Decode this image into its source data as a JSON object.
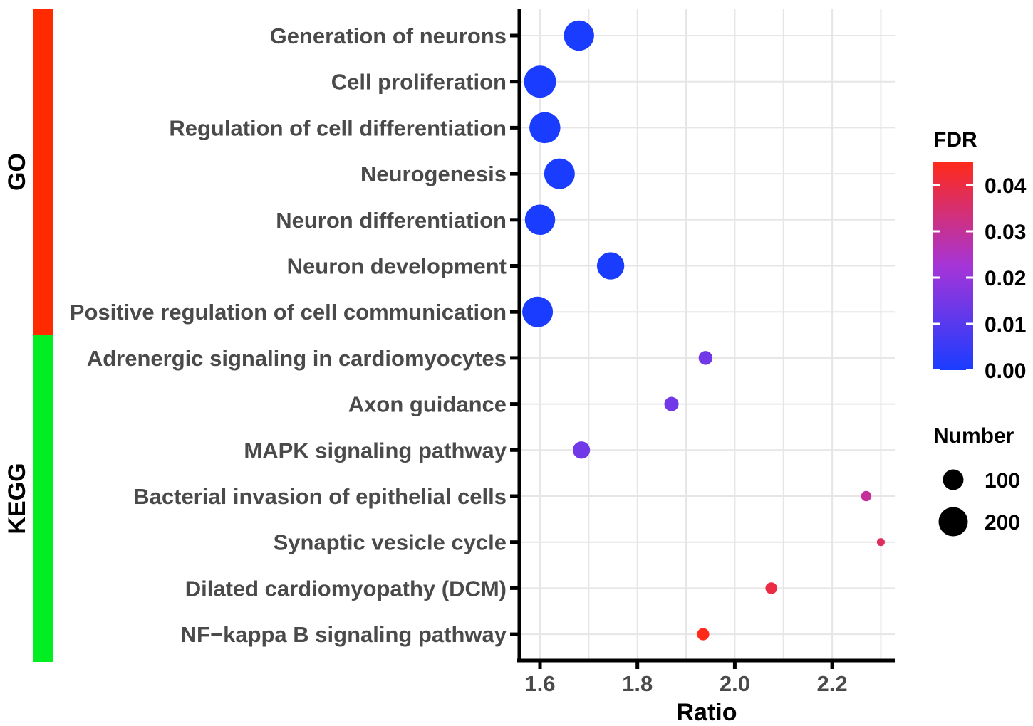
{
  "chart_data": {
    "type": "scatter",
    "xlabel": "Ratio",
    "ylabel": "",
    "xlim": [
      1.555,
      2.325
    ],
    "x_ticks": [
      "1.6",
      "1.8",
      "2.0",
      "2.2"
    ],
    "x_tick_values": [
      1.6,
      1.8,
      2.0,
      2.2
    ],
    "grid": true,
    "groups": [
      {
        "name": "GO",
        "color": "#ff2a00",
        "count": 7
      },
      {
        "name": "KEGG",
        "color": "#00ee22",
        "count": 7
      }
    ],
    "points": [
      {
        "term": "Generation of neurons",
        "group": "GO",
        "ratio": 1.68,
        "fdr": 0.0,
        "number": 215
      },
      {
        "term": "Cell proliferation",
        "group": "GO",
        "ratio": 1.6,
        "fdr": 0.0,
        "number": 240
      },
      {
        "term": "Regulation of cell differentiation",
        "group": "GO",
        "ratio": 1.61,
        "fdr": 0.0,
        "number": 225
      },
      {
        "term": "Neurogenesis",
        "group": "GO",
        "ratio": 1.64,
        "fdr": 0.0,
        "number": 220
      },
      {
        "term": "Neuron differentiation",
        "group": "GO",
        "ratio": 1.6,
        "fdr": 0.0,
        "number": 215
      },
      {
        "term": "Neuron development",
        "group": "GO",
        "ratio": 1.745,
        "fdr": 0.0,
        "number": 175
      },
      {
        "term": "Positive regulation of cell communication",
        "group": "GO",
        "ratio": 1.595,
        "fdr": 0.0,
        "number": 220
      },
      {
        "term": "Adrenergic signaling in cardiomyocytes",
        "group": "KEGG",
        "ratio": 1.94,
        "fdr": 0.014,
        "number": 45
      },
      {
        "term": "Axon guidance",
        "group": "KEGG",
        "ratio": 1.87,
        "fdr": 0.014,
        "number": 48
      },
      {
        "term": "MAPK signaling pathway",
        "group": "KEGG",
        "ratio": 1.685,
        "fdr": 0.014,
        "number": 70
      },
      {
        "term": "Bacterial invasion of epithelial cells",
        "group": "KEGG",
        "ratio": 2.27,
        "fdr": 0.03,
        "number": 25
      },
      {
        "term": "Synaptic vesicle cycle",
        "group": "KEGG",
        "ratio": 2.3,
        "fdr": 0.037,
        "number": 15
      },
      {
        "term": "Dilated cardiomyopathy (DCM)",
        "group": "KEGG",
        "ratio": 2.075,
        "fdr": 0.04,
        "number": 32
      },
      {
        "term": "NF−kappa B signaling pathway",
        "group": "KEGG",
        "ratio": 1.935,
        "fdr": 0.045,
        "number": 35
      }
    ],
    "color_legend": {
      "title": "FDR",
      "ticks": [
        "0.00",
        "0.01",
        "0.02",
        "0.03",
        "0.04"
      ],
      "tick_values": [
        0.0,
        0.01,
        0.02,
        0.03,
        0.04
      ],
      "range": [
        0.0,
        0.045
      ],
      "low_color": "#1a3cff",
      "mid_color": "#a535d8",
      "high_color": "#ff2a1a"
    },
    "size_legend": {
      "title": "Number",
      "values": [
        100,
        200
      ],
      "labels": [
        "100",
        "200"
      ]
    }
  }
}
